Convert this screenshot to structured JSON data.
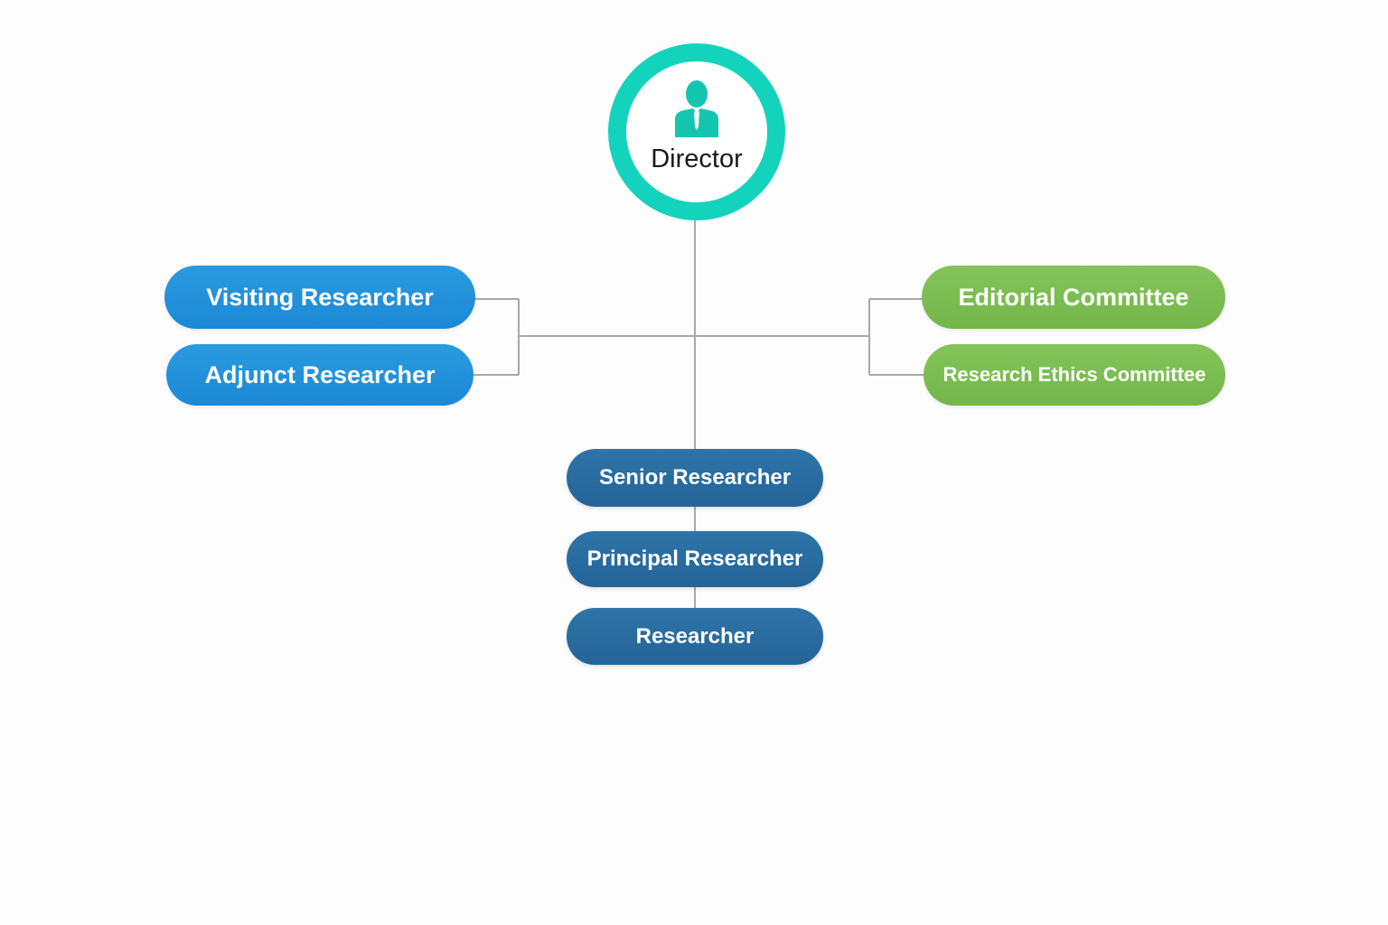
{
  "diagram": {
    "root": {
      "label": "Director",
      "icon": "person-with-tie-icon",
      "ring_color": "#14d3bd"
    },
    "left_branch": {
      "color": "#1e90d8",
      "items": [
        {
          "label": "Visiting Researcher"
        },
        {
          "label": "Adjunct Researcher"
        }
      ]
    },
    "right_branch": {
      "color": "#7bbd52",
      "items": [
        {
          "label": "Editorial Committee"
        },
        {
          "label": "Research Ethics Committee"
        }
      ]
    },
    "center_chain": {
      "color": "#2a6da2",
      "items": [
        {
          "label": "Senior Researcher"
        },
        {
          "label": "Principal Researcher"
        },
        {
          "label": "Researcher"
        }
      ]
    },
    "connector_color": "#a8a8a8"
  }
}
